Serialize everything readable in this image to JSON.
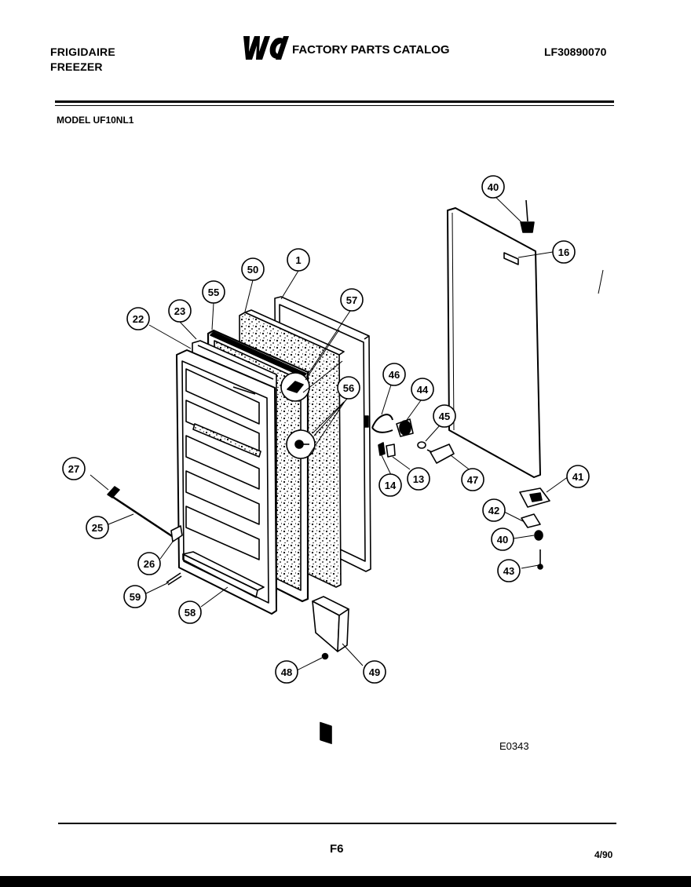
{
  "header": {
    "brand_line1": "FRIGIDAIRE",
    "brand_line2": "FREEZER",
    "logo_text": "WCI",
    "catalog_title": "FACTORY PARTS CATALOG",
    "catalog_number": "LF30890070",
    "model": "MODEL UF10NL1"
  },
  "diagram": {
    "callouts": [
      "1",
      "16",
      "40",
      "50",
      "55",
      "57",
      "22",
      "23",
      "56",
      "46",
      "44",
      "45",
      "27",
      "14",
      "13",
      "47",
      "41",
      "25",
      "42",
      "40",
      "26",
      "43",
      "59",
      "58",
      "48",
      "49"
    ],
    "drawing_code": "E0343"
  },
  "footer": {
    "page": "F6",
    "date": "4/90"
  }
}
